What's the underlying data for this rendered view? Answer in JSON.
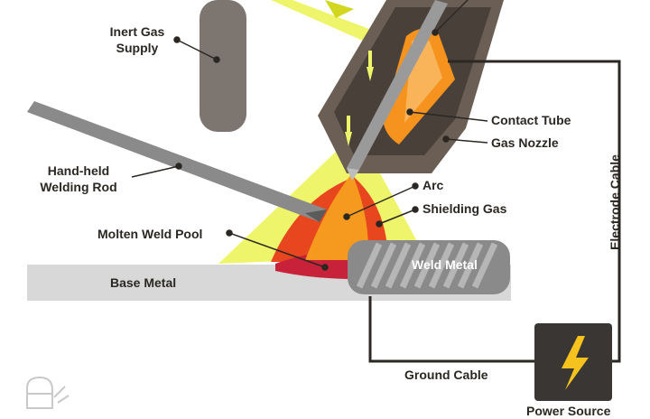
{
  "labels": {
    "inert_gas_supply": "Inert Gas\nSupply",
    "hand_held_welding_rod": "Hand-held\nWelding Rod",
    "molten_weld_pool": "Molten Weld Pool",
    "base_metal": "Base Metal",
    "weld_metal": "Weld Metal",
    "arc": "Arc",
    "shielding_gas": "Shielding Gas",
    "contact_tube": "Contact Tube",
    "gas_nozzle": "Gas Nozzle",
    "electrode_cable": "Electrode Cable",
    "ground_cable": "Ground Cable",
    "power_source": "Power Source"
  },
  "colors": {
    "base_metal": "#d8d8d8",
    "nozzle_outer": "#6b5f55",
    "nozzle_inner": "#4a403a",
    "contact_tube": "#f5931e",
    "shielding_gas": "#eef56a",
    "arc": "#f59a1e",
    "molten_pool": "#e8461f",
    "weld_bead": "#8a8a8a",
    "gas_cylinder": "#7d7570",
    "power_box": "#3a3633",
    "lightning": "#f5c21e",
    "cable": "#2b2723"
  },
  "icons": {
    "power": "lightning-bolt-icon",
    "logo": "welder-mask-logo-icon"
  }
}
